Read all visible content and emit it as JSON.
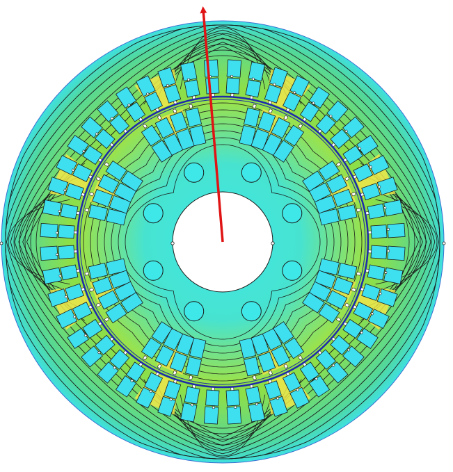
{
  "figure": {
    "kind": "electric machine cross-section flux plot",
    "stator_slots": 48,
    "rotor_winding_slots_per_side": 8,
    "rotor_cutouts": 8,
    "magnetic_poles": 4,
    "flux_line_rings": 9,
    "colors": {
      "stator_fill": "#7ee05a",
      "rotor_fill": "#9be24a",
      "low_flux_fill": "#3ee8e8",
      "high_flux_fill": "#f0e64a",
      "slot_fill": "#3ee0f0",
      "flux_line": "#1a1a1a",
      "air_gap": "#1f2aa8",
      "slot_outline": "#1a1a1a",
      "bore": "#ffffff",
      "arrow": "#e01414"
    },
    "arrow_label": ""
  }
}
